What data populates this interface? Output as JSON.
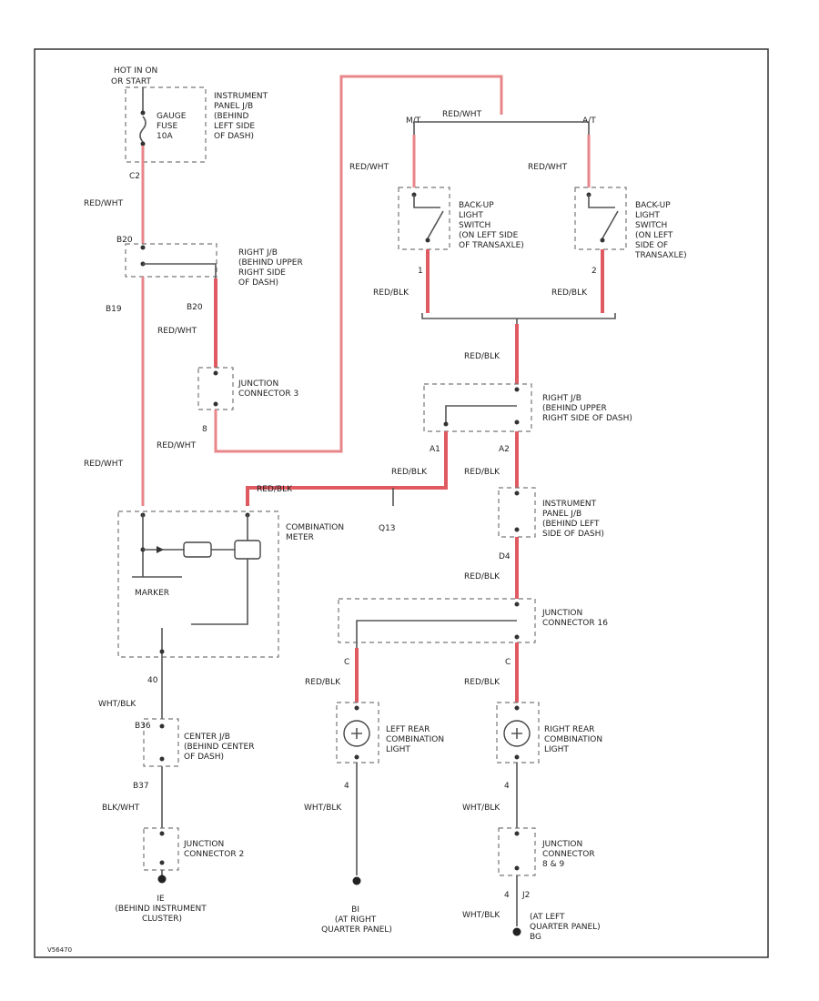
{
  "labels": {
    "hot_in_on": "HOT IN ON",
    "or_start": "OR START",
    "ip_jb_top": [
      "INSTRUMENT",
      "PANEL J/B",
      "(BEHIND",
      "LEFT SIDE",
      "OF DASH)"
    ],
    "gauge_fuse": [
      "GAUGE",
      "FUSE",
      "10A"
    ],
    "pin_c2": "C2",
    "red_wht": "RED/WHT",
    "pin_b20_top": "B20",
    "right_jb_top": [
      "RIGHT J/B",
      "(BEHIND UPPER",
      "RIGHT SIDE",
      "OF DASH)"
    ],
    "pin_b19": "B19",
    "pin_b20": "B20",
    "junction_connector_3": [
      "JUNCTION",
      "CONNECTOR 3"
    ],
    "pin_8": "8",
    "mt": "M/T",
    "at": "A/T",
    "backup_switch_mt": [
      "BACK-UP",
      "LIGHT",
      "SWITCH",
      "(ON LEFT SIDE",
      "OF TRANSAXLE)"
    ],
    "backup_switch_at": [
      "BACK-UP",
      "LIGHT",
      "SWITCH",
      "(ON LEFT",
      "SIDE OF",
      "TRANSAXLE)"
    ],
    "pin_1": "1",
    "pin_2": "2",
    "red_blk": "RED/BLK",
    "right_jb_mid": [
      "RIGHT J/B",
      "(BEHIND UPPER",
      "RIGHT SIDE OF DASH)"
    ],
    "pin_a1": "A1",
    "pin_a2": "A2",
    "combination_meter": [
      "COMBINATION",
      "METER"
    ],
    "pin_q13": "Q13",
    "ip_jb_mid": [
      "INSTRUMENT",
      "PANEL J/B",
      "(BEHIND LEFT",
      "SIDE OF DASH)"
    ],
    "pin_d4": "D4",
    "junction_connector_16": [
      "JUNCTION",
      "CONNECTOR 16"
    ],
    "marker": "MARKER",
    "pin_c_left": "C",
    "pin_c_right": "C",
    "left_rear_combo": [
      "LEFT REAR",
      "COMBINATION",
      "LIGHT"
    ],
    "right_rear_combo": [
      "RIGHT REAR",
      "COMBINATION",
      "LIGHT"
    ],
    "pin_40": "40",
    "wht_blk": "WHT/BLK",
    "pin_b36": "B36",
    "center_jb": [
      "CENTER J/B",
      "(BEHIND CENTER",
      "OF DASH)"
    ],
    "pin_b37": "B37",
    "blk_wht": "BLK/WHT",
    "junction_connector_2": [
      "JUNCTION",
      "CONNECTOR 2"
    ],
    "junction_connector_8_9": [
      "JUNCTION",
      "CONNECTOR",
      "8 & 9"
    ],
    "pin_4_left": "4",
    "pin_4_right": "4",
    "pin_4_bottom": "4",
    "pin_j2": "J2",
    "ground_left": [
      "IE",
      "(BEHIND INSTRUMENT",
      "CLUSTER)"
    ],
    "ground_mid": [
      "BI",
      "(AT RIGHT",
      "QUARTER PANEL)"
    ],
    "ground_right": [
      "(AT LEFT",
      "QUARTER PANEL)",
      "BG"
    ],
    "diagram_code": "V56470"
  },
  "colors": {
    "wire": "#555555",
    "wire_red": "#e8868a",
    "wire_red_thick": "#e05a62",
    "frame": "#333333"
  },
  "icons": {
    "bulb": "lamp-bulb-icon",
    "ground": "ground-symbol-icon",
    "switch": "switch-icon",
    "fuse": "fuse-icon"
  }
}
